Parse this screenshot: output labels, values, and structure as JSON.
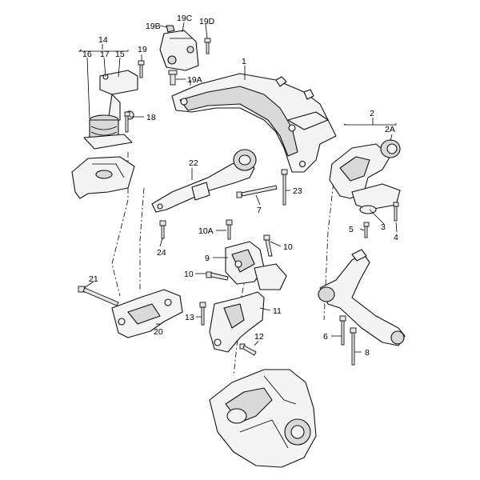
{
  "diagram": {
    "callouts": {
      "c1": "1",
      "c2": "2",
      "c2A": "2A",
      "c3": "3",
      "c4": "4",
      "c5": "5",
      "c6": "6",
      "c7": "7",
      "c8": "8",
      "c9": "9",
      "c10a": "10",
      "c10b": "10",
      "c10A": "10A",
      "c11": "11",
      "c12": "12",
      "c13": "13",
      "c14": "14",
      "c15": "15",
      "c16": "16",
      "c17": "17",
      "c18": "18",
      "c19": "19",
      "c19A": "19A",
      "c19B": "19B",
      "c19C": "19C",
      "c19D": "19D",
      "c20": "20",
      "c21": "21",
      "c22": "22",
      "c23": "23",
      "c24": "24"
    }
  }
}
